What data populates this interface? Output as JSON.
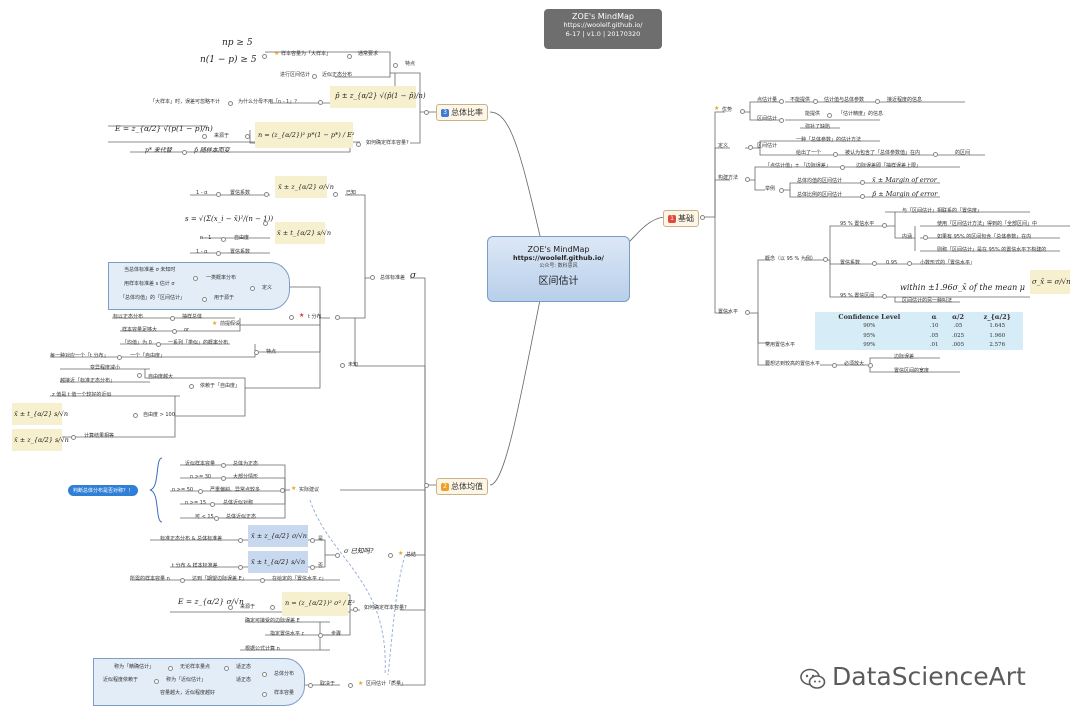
{
  "title_card": {
    "line1": "ZOE's MindMap",
    "line2": "https://woolelf.github.io/",
    "line3": "6-17 | v1.0 | 20170320"
  },
  "center": {
    "line1": "ZOE's MindMap",
    "line2": "https://woolelf.github.io/",
    "line3": "公众号: 数科思风",
    "title": "区间估计"
  },
  "branches": {
    "proportion": {
      "num": "3",
      "label": "总体比率",
      "color": "#3d7bd6"
    },
    "basics": {
      "num": "1",
      "label": "基础",
      "color": "#e24b3b"
    },
    "mean": {
      "num": "2",
      "label": "总体均值",
      "color": "#f0a020"
    }
  },
  "proportion": {
    "np_cond": "np ≥ 5",
    "nq_cond": "n(1 − p) ≥ 5",
    "large_sample_note": "样本容量为「大样本」",
    "usual_req": "通常要求",
    "normal_approx": "近似正态分布",
    "via": "进行区间估计",
    "pinpoint": "特点",
    "large_n_label": "「大样本」时，误差可忽略不计",
    "why_no_n1": "为什么分母不用「n - 1」？",
    "formula_phat": "p̄ ± z_{α/2} √(p̄(1 − p̄)/n)",
    "formula_E": "E = z_{α/2} √(p(1 − p)/n)",
    "source_label": "来源于",
    "sample_size_formula": "n = (z_{α/2})² p*(1 − p*) / E²",
    "how_determine": "如何确定样本容量?",
    "pstar_label": "p* 来代替",
    "pbar_label": "p̄ 随样本而变"
  },
  "basics": {
    "advantage": "优势",
    "point_est": "点估计量",
    "cannot_provide": "不能提供",
    "close_to": "估计值与总体参数",
    "closeness": "接近程度的信息",
    "interval_est": "区间估计",
    "can_provide": "能提供",
    "est_precision": "「估计精度」的信息",
    "compensates": "弥补了缺陷",
    "interval_estimate": "区间估计",
    "definition": "定义",
    "one_method": "一种「总体参数」的估计方法",
    "gives_range": "给出了一个",
    "believed_contains": "被认为包含了「总体参数值」在内",
    "range": "的区间",
    "construct": "构建方法",
    "pointest_pm": "「点估计值」± 「边际误差」",
    "margin_def": "边际误差即「抽样误差上限」",
    "example": "举例",
    "mean_interval": "总体均值的区间估计",
    "mean_formula": "x̄ ± Margin of error",
    "prop_interval": "总体比例的区间估计",
    "prop_formula": "p̄ ± Margin of error",
    "confidence": "置信水平",
    "concept": "概念（以 95 % 为例）",
    "ci95": "95 % 置信水平",
    "with_ci": "与「区间估计」相联系的「置信度」",
    "use_method": "使用「区间估计方法」得到的「全部区间」中",
    "meaning": "内涵",
    "if_95": "如果有 95% 的区间包含「总体参数」在内",
    "we_say": "则称「区间估计」是在 95% 的置信水平下构建的",
    "conf_coef": "置信系数",
    "coef_value": "0.95",
    "decimal_form": "小数形式的「置信水平」",
    "ci95_interval": "95 % 置信区间",
    "within": "within ±1.96σ_x̄ of the mean μ",
    "sigma_formula": "σ_x̄ = σ/√n",
    "one_interval": "区间估计的另一种叫法",
    "common_levels": "常用置信水平",
    "need_higher": "要想达到较高的置信水平",
    "must_enlarge": "必须放大",
    "margin_err": "边际误差",
    "ci_width": "置信区间的宽度"
  },
  "conf_table": {
    "headers": [
      "Confidence Level",
      "α",
      "α/2",
      "z_{α/2}"
    ],
    "rows": [
      [
        "90%",
        ".10",
        ".05",
        "1.645"
      ],
      [
        "95%",
        ".05",
        ".025",
        "1.960"
      ],
      [
        "99%",
        ".01",
        ".005",
        "2.576"
      ]
    ]
  },
  "mean": {
    "one_minus_alpha": "1 - α",
    "conf_coef": "置信系数",
    "known_formula": "x̄ ± z_{α/2} σ/√n",
    "known": "已知",
    "s_formula": "s = √(Σ(x_i − x̄)²/(n − 1))",
    "t_formula": "x̄ ± t_{α/2} s/√n",
    "n_minus_1": "n - 1",
    "df": "自由度",
    "one_minus_alpha2": "1 - α",
    "conf_coef2": "置信系数",
    "pop_sigma": "总体标准差",
    "sigma_sym": "σ",
    "sigma_unknown": "当总体标准差 σ 未知时",
    "t_dist": "一类概率分布",
    "sample_s": "用样本标准差 s 估计 σ",
    "define": "定义",
    "use_in": "「总体均值」的「区间估计」",
    "used_for": "用于源于",
    "t_dist_label": "t 分布",
    "normal_dist": "标以正态分布",
    "ind_pop": "抽样总体",
    "req_cond": "前提假设",
    "sample_large": "样本容量足够大",
    "or": "or",
    "mean_0": "「均值」为 0",
    "family": "一系列「类似」的概率分布",
    "feature": "特点",
    "each_df": "每一种对应一个「t 分布」",
    "one_df": "一个「自由度」",
    "var_small": "变异程度减小",
    "df_large": "自由度越大",
    "approach": "越接近「标准正态分布」",
    "depends": "依赖于「自由度」",
    "unknown": "未知",
    "z_approx": "z 值是 t 值一个较好的近似",
    "df_100": "自由度 > 100",
    "t_form2": "x̄ ± t_{α/2} s/√n",
    "z_form2": "x̄ ± z_{α/2} s/√n",
    "calc_result": "计算结果相等",
    "pill": "判断总体分布是否对称？！",
    "approx_normal": "近似样本容量",
    "pop_normal": "总体为正态",
    "n30": "n >= 30",
    "most_case": "大部分情形",
    "n50": "n >= 50",
    "severe_skew": "严重偏斜、异常点较多",
    "n15": "n >= 15",
    "near_symm": "总体近似对称",
    "n_lt15": "可 < 15",
    "must_normal": "总体近似正态",
    "practical": "实际建议",
    "std_normal": "标准正态分布 & 总体标准差",
    "known_box": "x̄ ± z_{α/2} σ/√n",
    "is_label": "是",
    "t_std": "t 分布 & 样本标准差",
    "t_box": "x̄ ± t_{α/2} s/√n",
    "no_label": "否",
    "sigma_known_q": "σ 已知吗?",
    "summary": "总结",
    "req_n_label": "所需的样本容量 n",
    "achieve_margin": "达到「期望边际误差 E」",
    "at_conf": "在给定的「置信水平 c」",
    "E_formula": "E = z_{α/2} σ/√n",
    "src": "来源于",
    "n_formula": "n = (z_{α/2})² σ² / E²",
    "how_size": "如何确定样本容量?",
    "determine_E": "确定可接受的边际误差 E",
    "confirm_c": "指定置信水平 c",
    "steps": "步骤",
    "calc_n": "根据公式计算 n",
    "precise_est": "称为「精确估计」",
    "no_bias": "无论样本量点",
    "pop_dist": "总体分布",
    "approx_depend": "近似程度依赖于",
    "called_approx": "称为「近似估计」",
    "fit_normal": "适正态",
    "depends_on": "取决于",
    "bigger_sample": "容量越大，近似程度越好",
    "sample_size": "样本容量",
    "quality": "区间估计「质量」"
  },
  "watermark": "DataScienceArt"
}
